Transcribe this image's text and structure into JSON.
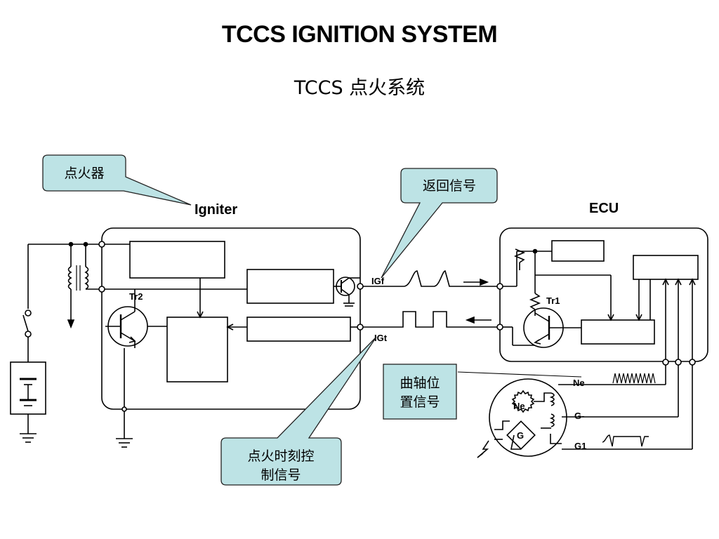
{
  "title": "TCCS IGNITION SYSTEM",
  "subtitle": "TCCS 点火系统",
  "labels": {
    "igniter": "Igniter",
    "ecu": "ECU",
    "tr1": "Tr1",
    "tr2": "Tr2",
    "igf": "IGf",
    "igt": "IGt",
    "ne": "Ne",
    "g_minus": "G-",
    "g1": "G1",
    "ne_rotor": "Ne",
    "g_rotor": "G"
  },
  "callouts": {
    "igniter": {
      "lines": [
        "点火器"
      ]
    },
    "feedback": {
      "lines": [
        "返回信号"
      ]
    },
    "crank": {
      "lines": [
        "曲轴位",
        "置信号"
      ]
    },
    "ignition_timing": {
      "lines": [
        "点火时刻控",
        "制信号"
      ]
    }
  },
  "colors": {
    "callout_fill": "#bde3e5",
    "callout_stroke": "#222222",
    "line": "#000000"
  }
}
